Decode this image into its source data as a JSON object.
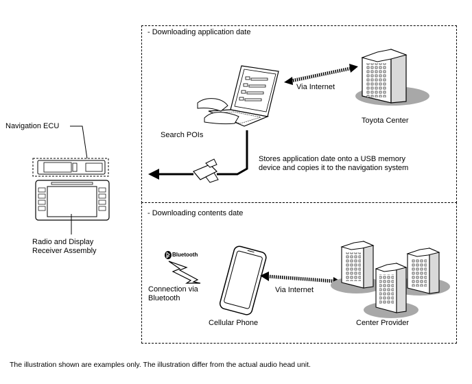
{
  "sections": {
    "app_title": "- Downloading application date",
    "content_title": "- Downloading contents date"
  },
  "labels": {
    "navigation_ecu": "Navigation ECU",
    "radio_display_line1": "Radio and Display",
    "radio_display_line2": "Receiver Assembly",
    "search_pois": "Search POIs",
    "via_internet_top": "Via Internet",
    "toyota_center": "Toyota Center",
    "stores_line1": "Stores application date onto a USB memory",
    "stores_line2": "device and copies it to the navigation system",
    "bluetooth_logo": "Bluetooth",
    "connection_line1": "Connection via",
    "connection_line2": "Bluetooth",
    "cellular_phone": "Cellular Phone",
    "via_internet_bottom": "Via Internet",
    "center_provider": "Center Provider"
  },
  "footnote": "The illustration shown are examples only. The illustration differ from the actual audio head unit."
}
